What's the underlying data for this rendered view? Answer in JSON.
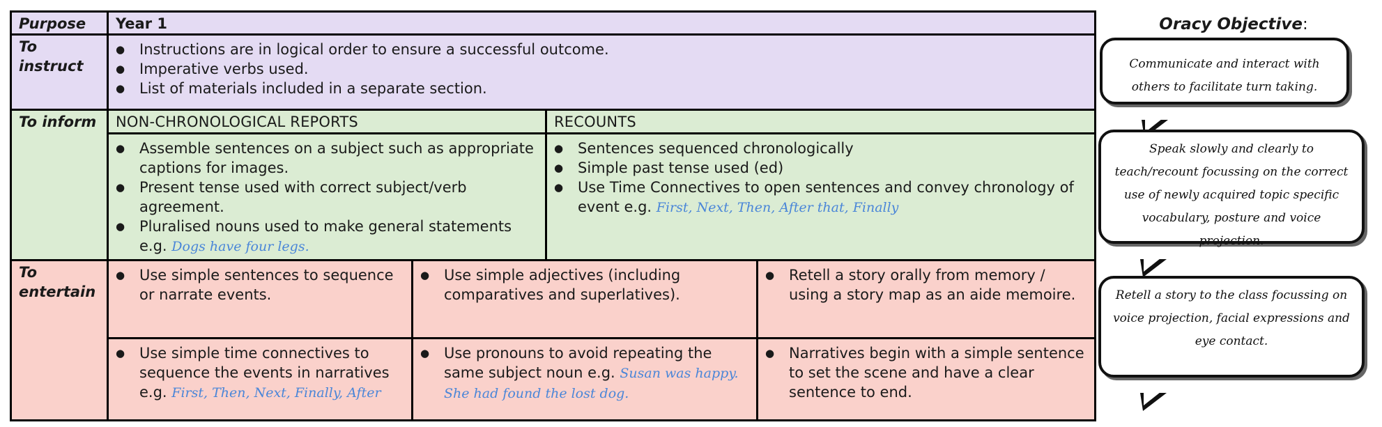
{
  "table": {
    "purpose_label": "Purpose",
    "year_label": "Year 1",
    "instruct": {
      "label": "To instruct",
      "items": [
        "Instructions are in logical order to ensure a successful outcome.",
        "Imperative verbs used.",
        "List of materials included in a separate section."
      ]
    },
    "inform": {
      "label": "To inform",
      "ncr_header": "NON-CHRONOLOGICAL REPORTS",
      "recounts_header": "RECOUNTS",
      "ncr_items": [
        "Assemble sentences on a subject such as appropriate captions for images.",
        "Present tense used with correct subject/verb agreement.",
        "Pluralised nouns used to make general statements e.g."
      ],
      "ncr_example": "Dogs have four legs.",
      "recount_items": [
        "Sentences sequenced chronologically",
        "Simple past tense used (ed)",
        "Use Time Connectives to open sentences and convey chronology of event e.g."
      ],
      "recount_example": "First, Next, Then, After that, Finally"
    },
    "entertain": {
      "label": "To entertain",
      "r1c1": "Use simple sentences to sequence or narrate events.",
      "r1c2": "Use simple adjectives (including comparatives and superlatives).",
      "r1c3": "Retell a story orally from memory / using a story map as an aide memoire.",
      "r2c1": "Use simple time connectives to sequence the events in narratives e.g.",
      "r2c1_example": "First, Then, Next, Finally, After",
      "r2c2": "Use pronouns to avoid repeating the same subject noun e.g.",
      "r2c2_example": "Susan was happy. She had found the lost dog.",
      "r2c3": "Narratives begin with a simple sentence to set the scene and have a clear sentence to end."
    }
  },
  "oracy": {
    "title": "Oracy Objective",
    "title_suffix": ":",
    "bubbles": [
      "Communicate and interact with others to facilitate turn taking.",
      "Speak slowly and clearly to teach/recount focussing on the correct use of newly acquired topic specific vocabulary, posture and voice projection.",
      "Retell a story to the class focussing on voice projection, facial expressions and eye contact."
    ]
  },
  "colors": {
    "instruct_bg": "#e4dbf3",
    "inform_bg": "#dbecd3",
    "entertain_bg": "#fad1cb",
    "example_text": "#4a86d8"
  }
}
